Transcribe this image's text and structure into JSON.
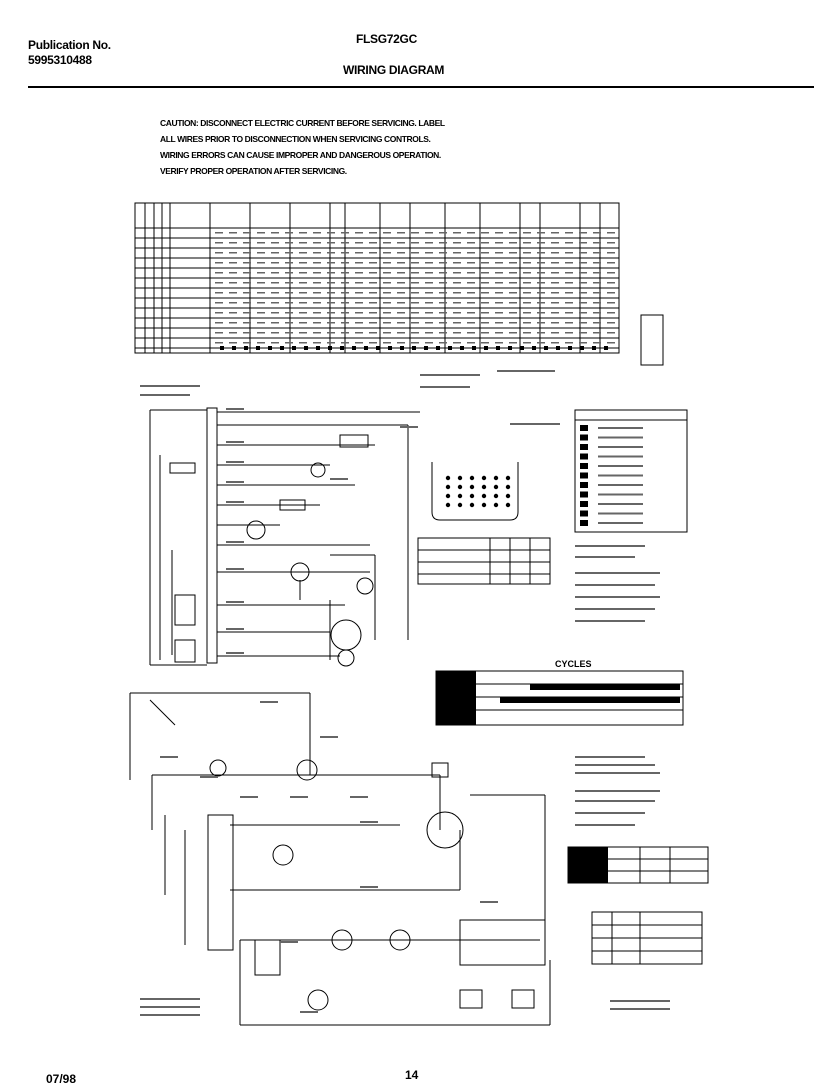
{
  "header": {
    "publication_label": "Publication No.",
    "publication_number": "5995310488",
    "model": "FLSG72GC",
    "title": "WIRING DIAGRAM"
  },
  "caution": {
    "line1": "CAUTION: DISCONNECT ELECTRIC CURRENT BEFORE SERVICING. LABEL",
    "line2": "ALL WIRES PRIOR TO DISCONNECTION WHEN SERVICING CONTROLS.",
    "line3": "WIRING ERRORS CAN CAUSE IMPROPER AND DANGEROUS OPERATION.",
    "line4": "VERIFY PROPER OPERATION AFTER SERVICING."
  },
  "cycles_label": "CYCLES",
  "footer": {
    "date": "07/98",
    "page": "14"
  }
}
